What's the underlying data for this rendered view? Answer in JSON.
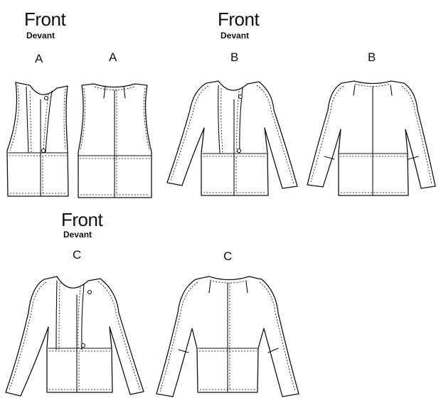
{
  "labels": {
    "front": "Front",
    "devant": "Devant",
    "view_a": "A",
    "view_b": "B",
    "view_c": "C"
  },
  "figures": [
    {
      "view": "A",
      "side": "front",
      "garment": "vest"
    },
    {
      "view": "A",
      "side": "back",
      "garment": "vest"
    },
    {
      "view": "B",
      "side": "front",
      "garment": "jacket"
    },
    {
      "view": "B",
      "side": "back",
      "garment": "jacket"
    },
    {
      "view": "C",
      "side": "front",
      "garment": "jacket"
    },
    {
      "view": "C",
      "side": "back",
      "garment": "jacket"
    }
  ]
}
